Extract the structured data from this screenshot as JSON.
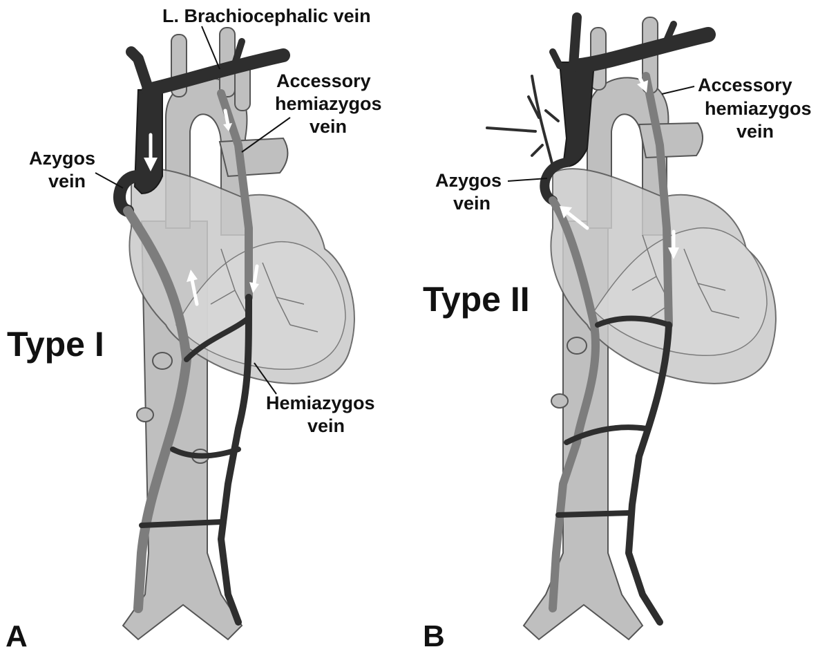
{
  "panel_a": {
    "letter": "A",
    "type_label": "Type I",
    "labels": {
      "brachiocephalic": "L. Brachiocephalic vein",
      "accessory_line1": "Accessory",
      "accessory_line2": "hemiazygos",
      "accessory_line3": "vein",
      "azygos_line1": "Azygos",
      "azygos_line2": "vein",
      "hemiazygos_line1": "Hemiazygos",
      "hemiazygos_line2": "vein"
    }
  },
  "panel_b": {
    "letter": "B",
    "type_label": "Type II",
    "labels": {
      "accessory_line1": "Accessory",
      "accessory_line2": "hemiazygos",
      "accessory_line3": "vein",
      "azygos_line1": "Azygos",
      "azygos_line2": "vein"
    }
  },
  "colors": {
    "dark_vein": "#2e2e2e",
    "light_vessel": "#bfbfbf",
    "background": "#ffffff"
  }
}
